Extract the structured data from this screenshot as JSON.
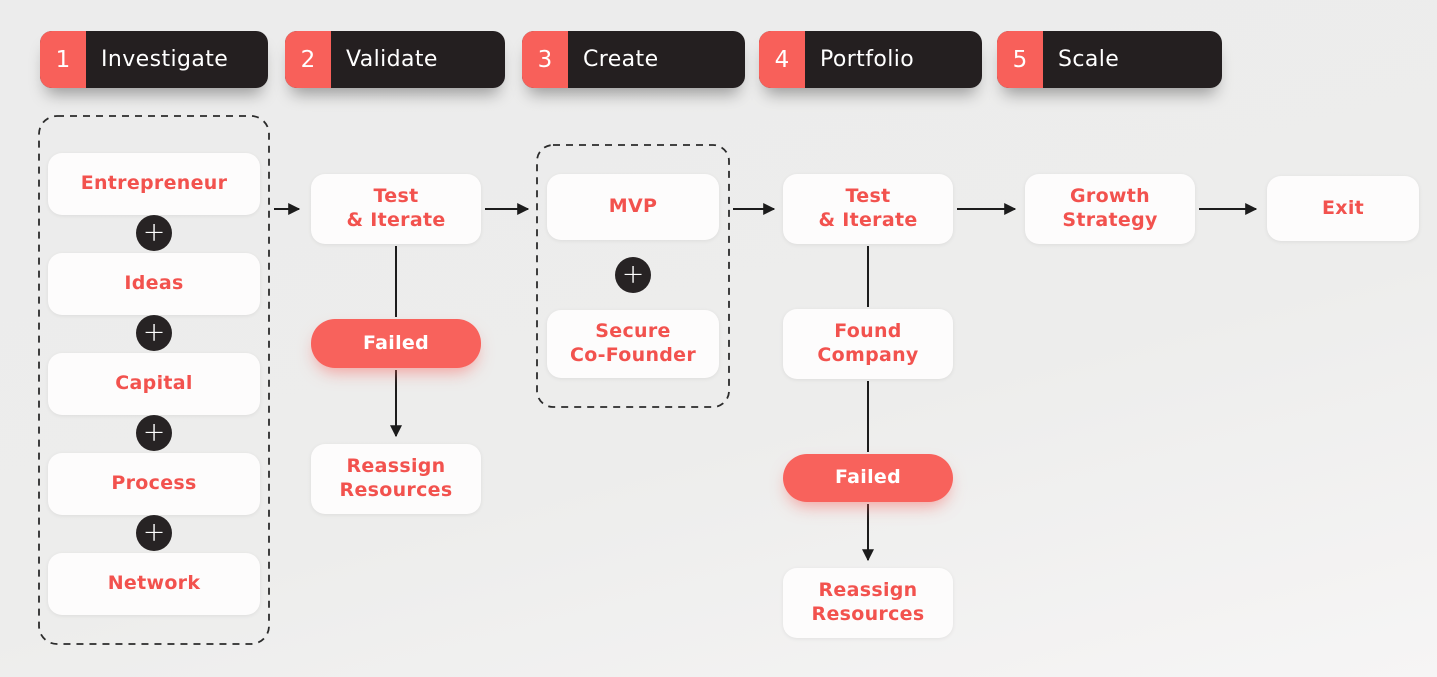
{
  "phases": [
    {
      "number": "1",
      "label": "Investigate"
    },
    {
      "number": "2",
      "label": "Validate"
    },
    {
      "number": "3",
      "label": "Create"
    },
    {
      "number": "4",
      "label": "Portfolio"
    },
    {
      "number": "5",
      "label": "Scale"
    }
  ],
  "icons": {
    "plus": "+"
  },
  "columns": {
    "investigate": {
      "cards": [
        "Entrepreneur",
        "Ideas",
        "Capital",
        "Process",
        "Network"
      ]
    },
    "validate": {
      "test_iterate": "Test\n& Iterate",
      "failed": "Failed",
      "reassign": "Reassign\nResources"
    },
    "create": {
      "mvp": "MVP",
      "secure_cofounder": "Secure\nCo-Founder"
    },
    "portfolio": {
      "test_iterate": "Test\n& Iterate",
      "found_company": "Found\nCompany",
      "failed": "Failed",
      "reassign": "Reassign\nResources"
    },
    "scale": {
      "growth_strategy": "Growth\nStrategy",
      "exit": "Exit"
    }
  },
  "colors": {
    "background": "#ececec",
    "header_bg": "#241f20",
    "accent_red": "#f8605a",
    "card_text_red": "#f2524e",
    "card_bg": "#fdfcfc",
    "failed_bg": "#f8625c",
    "plus_bg": "#272324",
    "connector": "#1c1c1c"
  }
}
